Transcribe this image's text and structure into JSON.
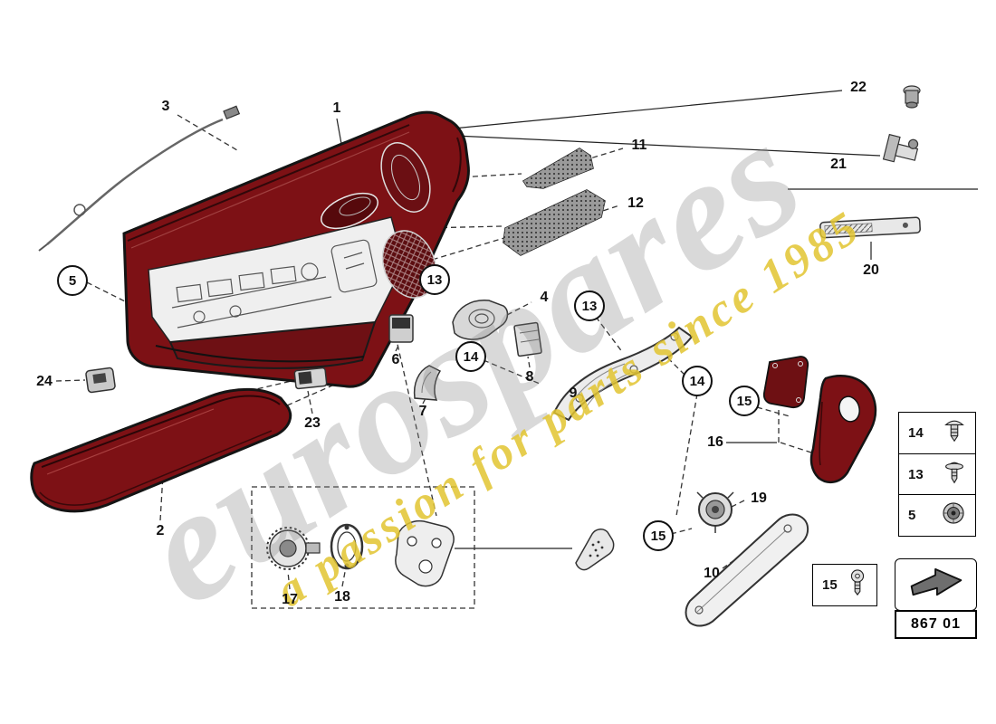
{
  "watermark": {
    "line1": "eurospares",
    "line2": "a passion for parts since 1985"
  },
  "part_code": "867 01",
  "callouts": [
    {
      "label": "1",
      "circled": false
    },
    {
      "label": "2",
      "circled": false
    },
    {
      "label": "3",
      "circled": false
    },
    {
      "label": "4",
      "circled": false
    },
    {
      "label": "5",
      "circled": true
    },
    {
      "label": "6",
      "circled": false
    },
    {
      "label": "7",
      "circled": false
    },
    {
      "label": "8",
      "circled": false
    },
    {
      "label": "9",
      "circled": false
    },
    {
      "label": "10",
      "circled": false
    },
    {
      "label": "11",
      "circled": false
    },
    {
      "label": "12",
      "circled": false
    },
    {
      "label": "13",
      "circled": true
    },
    {
      "label": "13",
      "circled": true
    },
    {
      "label": "14",
      "circled": true
    },
    {
      "label": "14",
      "circled": true
    },
    {
      "label": "15",
      "circled": true
    },
    {
      "label": "15",
      "circled": true
    },
    {
      "label": "16",
      "circled": false
    },
    {
      "label": "17",
      "circled": false
    },
    {
      "label": "18",
      "circled": false
    },
    {
      "label": "19",
      "circled": false
    },
    {
      "label": "20",
      "circled": false
    },
    {
      "label": "21",
      "circled": false
    },
    {
      "label": "22",
      "circled": false
    },
    {
      "label": "23",
      "circled": false
    },
    {
      "label": "24",
      "circled": false
    }
  ],
  "legend": {
    "fasteners": [
      {
        "label": "14",
        "icon": "rivet-icon"
      },
      {
        "label": "13",
        "icon": "screw-washer-icon"
      },
      {
        "label": "5",
        "icon": "grommet-icon"
      }
    ],
    "screw": {
      "label": "15",
      "icon": "pan-screw-icon"
    },
    "arrow_icon": "direction-arrow-icon"
  },
  "colors": {
    "panel_red": "#7d1115",
    "panel_red_dark": "#6e1014",
    "outline": "#141414",
    "watermark_yellow": "#e2c430",
    "watermark_gray": "#808080"
  }
}
